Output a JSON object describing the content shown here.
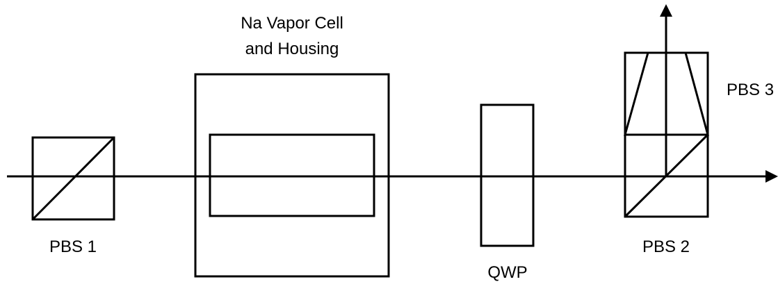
{
  "labels": {
    "vapor_cell_line1": "Na Vapor Cell",
    "vapor_cell_line2": "and Housing",
    "pbs1": "PBS 1",
    "pbs2": "PBS 2",
    "pbs3": "PBS 3",
    "qwp": "QWP"
  },
  "colors": {
    "stroke": "#000000",
    "background": "#ffffff"
  }
}
